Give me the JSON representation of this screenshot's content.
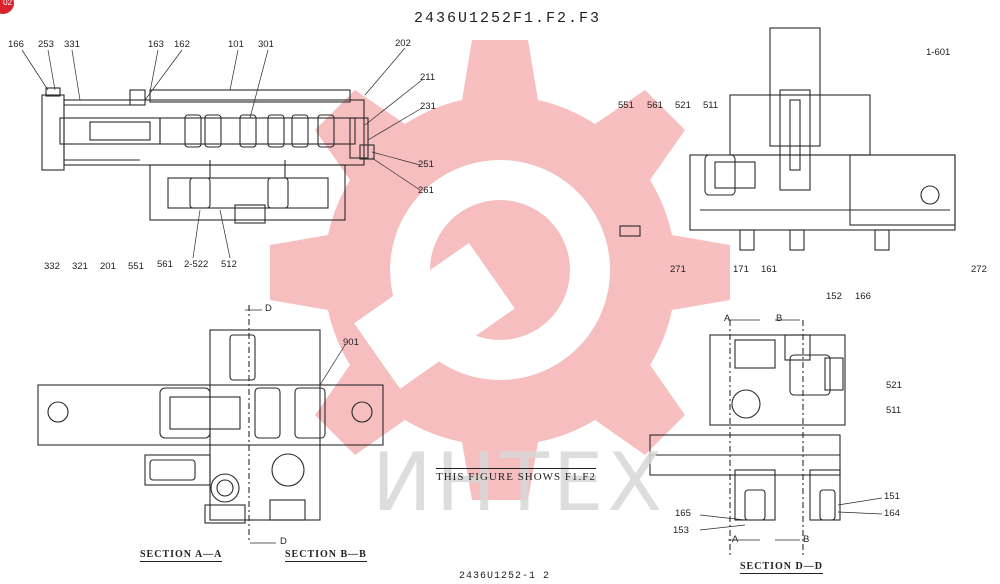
{
  "title": "2436U1252F1.F2.F3",
  "footer": "2436U1252-1 2",
  "corner_badge": "02",
  "figure_note": "THIS FIGURE SHOWS  F1.F2",
  "sections": {
    "aa": "SECTION A—A",
    "bb": "SECTION B—B",
    "dd": "SECTION D—D"
  },
  "section_markers": {
    "d_top": "D",
    "d_bottom": "D",
    "a_top": "A",
    "b_top": "B",
    "a_bottom": "A",
    "b_bottom": "B"
  },
  "watermark": {
    "text": "ИНТЕХ",
    "color": "#f4a9a9"
  },
  "callouts": {
    "main_top": [
      "166",
      "253",
      "331",
      "163",
      "162",
      "101",
      "301",
      "202"
    ],
    "main_right": [
      "211",
      "231",
      "251",
      "261"
    ],
    "main_bottom": [
      "332",
      "321",
      "201",
      "551",
      "561",
      "2-522",
      "512"
    ],
    "side_top": [
      "1-601",
      "551",
      "561",
      "521",
      "511"
    ],
    "side_bottom": [
      "271",
      "171",
      "161",
      "272"
    ],
    "dd_view": [
      "152",
      "166",
      "521",
      "511",
      "151",
      "164",
      "165",
      "153"
    ],
    "ab_view": [
      "901"
    ]
  }
}
